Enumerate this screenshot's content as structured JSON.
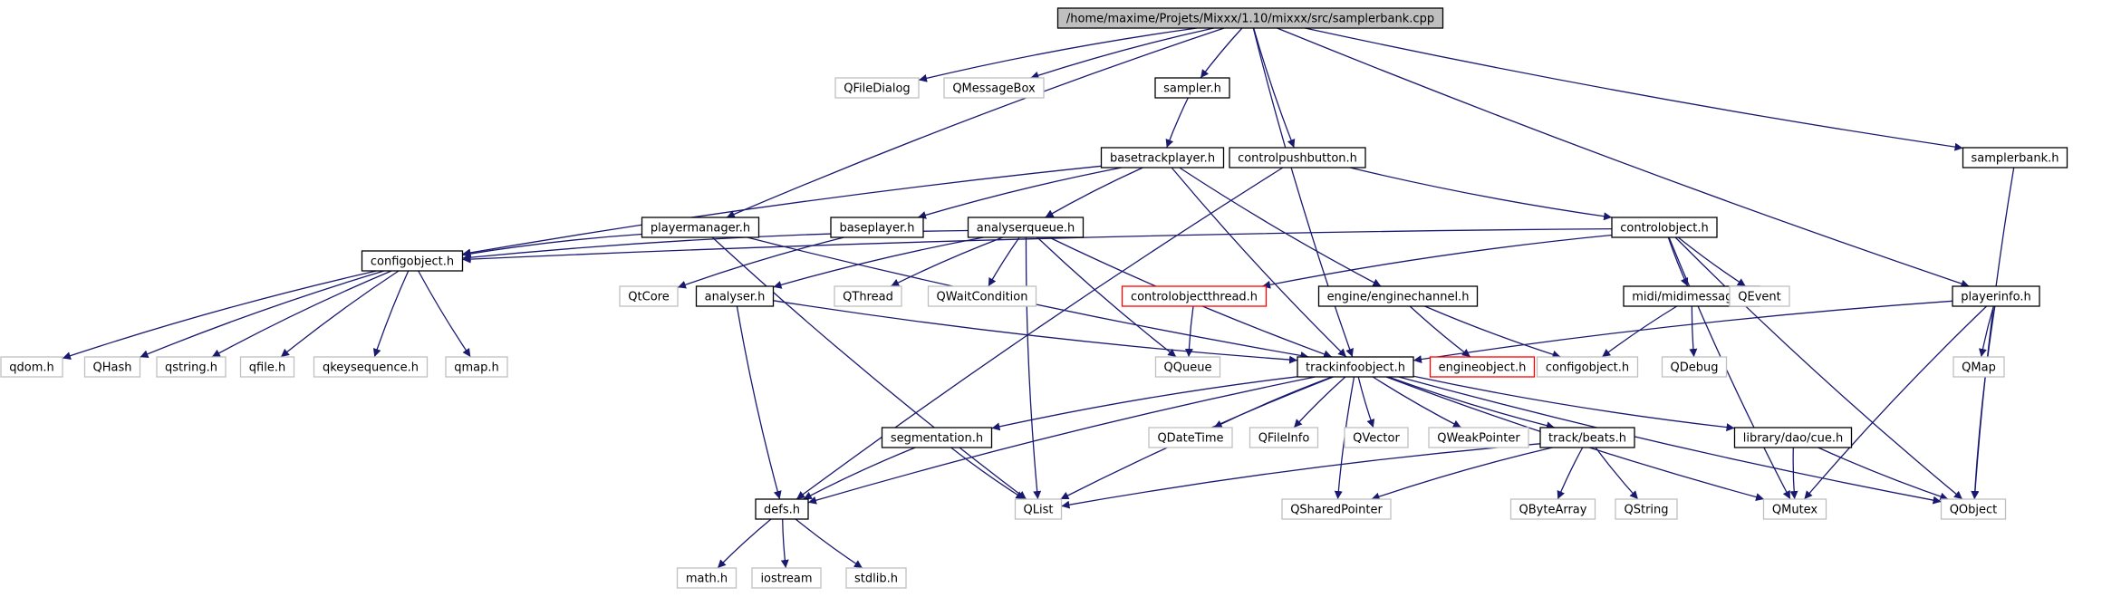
{
  "graph": {
    "colors": {
      "edge": "#191970",
      "root_fill": "#bfbfbf",
      "included_border": "#000000",
      "external_border": "#bfbfbf",
      "truncated_border": "#ff0000"
    },
    "nodes": [
      {
        "id": "root",
        "label": "/home/maxime/Projets/Mixxx/1.10/mixxx/src/samplerbank.cpp",
        "kind": "root"
      },
      {
        "id": "qfiledialog",
        "label": "QFileDialog",
        "kind": "ext"
      },
      {
        "id": "qmessagebox",
        "label": "QMessageBox",
        "kind": "ext"
      },
      {
        "id": "sampler",
        "label": "sampler.h",
        "kind": "inc"
      },
      {
        "id": "controlpushbutton",
        "label": "controlpushbutton.h",
        "kind": "inc"
      },
      {
        "id": "samplerbank",
        "label": "samplerbank.h",
        "kind": "inc"
      },
      {
        "id": "basetrackplayer",
        "label": "basetrackplayer.h",
        "kind": "inc"
      },
      {
        "id": "playermanager",
        "label": "playermanager.h",
        "kind": "inc"
      },
      {
        "id": "baseplayer",
        "label": "baseplayer.h",
        "kind": "inc"
      },
      {
        "id": "analyserqueue",
        "label": "analyserqueue.h",
        "kind": "inc"
      },
      {
        "id": "controlobject",
        "label": "controlobject.h",
        "kind": "inc"
      },
      {
        "id": "configobject",
        "label": "configobject.h",
        "kind": "inc"
      },
      {
        "id": "qtcore",
        "label": "QtCore",
        "kind": "ext"
      },
      {
        "id": "analyser",
        "label": "analyser.h",
        "kind": "inc"
      },
      {
        "id": "qthread",
        "label": "QThread",
        "kind": "ext"
      },
      {
        "id": "qwaitcondition",
        "label": "QWaitCondition",
        "kind": "ext"
      },
      {
        "id": "controlobjectthread",
        "label": "controlobjectthread.h",
        "kind": "trunc"
      },
      {
        "id": "enginechannel",
        "label": "engine/enginechannel.h",
        "kind": "inc"
      },
      {
        "id": "midimessage",
        "label": "midi/midimessage.h",
        "kind": "inc"
      },
      {
        "id": "qevent",
        "label": "QEvent",
        "kind": "ext"
      },
      {
        "id": "playerinfo",
        "label": "playerinfo.h",
        "kind": "inc"
      },
      {
        "id": "qdom",
        "label": "qdom.h",
        "kind": "ext"
      },
      {
        "id": "qhash",
        "label": "QHash",
        "kind": "ext"
      },
      {
        "id": "qstring_h",
        "label": "qstring.h",
        "kind": "ext"
      },
      {
        "id": "qfile",
        "label": "qfile.h",
        "kind": "ext"
      },
      {
        "id": "qkeysequence",
        "label": "qkeysequence.h",
        "kind": "ext"
      },
      {
        "id": "qmap_h",
        "label": "qmap.h",
        "kind": "ext"
      },
      {
        "id": "qqueue",
        "label": "QQueue",
        "kind": "ext"
      },
      {
        "id": "trackinfoobject",
        "label": "trackinfoobject.h",
        "kind": "inc"
      },
      {
        "id": "engineobject",
        "label": "engineobject.h",
        "kind": "trunc"
      },
      {
        "id": "configobject2",
        "label": "configobject.h",
        "kind": "ext"
      },
      {
        "id": "qdebug",
        "label": "QDebug",
        "kind": "ext"
      },
      {
        "id": "qmap",
        "label": "QMap",
        "kind": "ext"
      },
      {
        "id": "segmentation",
        "label": "segmentation.h",
        "kind": "inc"
      },
      {
        "id": "qdatetime",
        "label": "QDateTime",
        "kind": "ext"
      },
      {
        "id": "qfileinfo",
        "label": "QFileInfo",
        "kind": "ext"
      },
      {
        "id": "qvector",
        "label": "QVector",
        "kind": "ext"
      },
      {
        "id": "qweakpointer",
        "label": "QWeakPointer",
        "kind": "ext"
      },
      {
        "id": "beats",
        "label": "track/beats.h",
        "kind": "inc"
      },
      {
        "id": "cue",
        "label": "library/dao/cue.h",
        "kind": "inc"
      },
      {
        "id": "defs",
        "label": "defs.h",
        "kind": "inc"
      },
      {
        "id": "qlist",
        "label": "QList",
        "kind": "ext"
      },
      {
        "id": "qsharedpointer",
        "label": "QSharedPointer",
        "kind": "ext"
      },
      {
        "id": "qbytearray",
        "label": "QByteArray",
        "kind": "ext"
      },
      {
        "id": "qstring",
        "label": "QString",
        "kind": "ext"
      },
      {
        "id": "qmutex",
        "label": "QMutex",
        "kind": "ext"
      },
      {
        "id": "qobject",
        "label": "QObject",
        "kind": "ext"
      },
      {
        "id": "math",
        "label": "math.h",
        "kind": "ext"
      },
      {
        "id": "iostream",
        "label": "iostream",
        "kind": "ext"
      },
      {
        "id": "stdlib",
        "label": "stdlib.h",
        "kind": "ext"
      }
    ],
    "edges": [
      [
        "root",
        "qfiledialog"
      ],
      [
        "root",
        "qmessagebox"
      ],
      [
        "root",
        "sampler"
      ],
      [
        "root",
        "controlpushbutton"
      ],
      [
        "root",
        "samplerbank"
      ],
      [
        "root",
        "playermanager"
      ],
      [
        "root",
        "trackinfoobject"
      ],
      [
        "root",
        "playerinfo"
      ],
      [
        "sampler",
        "basetrackplayer"
      ],
      [
        "basetrackplayer",
        "configobject"
      ],
      [
        "basetrackplayer",
        "baseplayer"
      ],
      [
        "basetrackplayer",
        "analyserqueue"
      ],
      [
        "basetrackplayer",
        "enginechannel"
      ],
      [
        "basetrackplayer",
        "trackinfoobject"
      ],
      [
        "controlpushbutton",
        "controlobject"
      ],
      [
        "controlpushbutton",
        "defs"
      ],
      [
        "samplerbank",
        "qobject"
      ],
      [
        "playermanager",
        "configobject"
      ],
      [
        "playermanager",
        "qlist"
      ],
      [
        "playermanager",
        "trackinfoobject"
      ],
      [
        "baseplayer",
        "qtcore"
      ],
      [
        "analyserqueue",
        "configobject"
      ],
      [
        "analyserqueue",
        "analyser"
      ],
      [
        "analyserqueue",
        "qthread"
      ],
      [
        "analyserqueue",
        "qwaitcondition"
      ],
      [
        "analyserqueue",
        "qqueue"
      ],
      [
        "analyserqueue",
        "qlist"
      ],
      [
        "analyserqueue",
        "trackinfoobject"
      ],
      [
        "controlobject",
        "configobject"
      ],
      [
        "controlobject",
        "controlobjectthread"
      ],
      [
        "controlobject",
        "midimessage"
      ],
      [
        "controlobject",
        "qevent"
      ],
      [
        "controlobject",
        "qmutex"
      ],
      [
        "controlobject",
        "qobject"
      ],
      [
        "configobject",
        "qdom"
      ],
      [
        "configobject",
        "qhash"
      ],
      [
        "configobject",
        "qstring_h"
      ],
      [
        "configobject",
        "qfile"
      ],
      [
        "configobject",
        "qkeysequence"
      ],
      [
        "configobject",
        "qmap_h"
      ],
      [
        "analyser",
        "defs"
      ],
      [
        "analyser",
        "trackinfoobject"
      ],
      [
        "controlobjectthread",
        "qqueue"
      ],
      [
        "enginechannel",
        "engineobject"
      ],
      [
        "enginechannel",
        "configobject2"
      ],
      [
        "midimessage",
        "configobject2"
      ],
      [
        "midimessage",
        "qdebug"
      ],
      [
        "playerinfo",
        "trackinfoobject"
      ],
      [
        "playerinfo",
        "qmap"
      ],
      [
        "playerinfo",
        "qmutex"
      ],
      [
        "playerinfo",
        "qobject"
      ],
      [
        "trackinfoobject",
        "segmentation"
      ],
      [
        "trackinfoobject",
        "qdatetime"
      ],
      [
        "trackinfoobject",
        "qfileinfo"
      ],
      [
        "trackinfoobject",
        "qvector"
      ],
      [
        "trackinfoobject",
        "qweakpointer"
      ],
      [
        "trackinfoobject",
        "beats"
      ],
      [
        "trackinfoobject",
        "cue"
      ],
      [
        "trackinfoobject",
        "defs"
      ],
      [
        "trackinfoobject",
        "qlist"
      ],
      [
        "trackinfoobject",
        "qsharedpointer"
      ],
      [
        "trackinfoobject",
        "qmutex"
      ],
      [
        "trackinfoobject",
        "qobject"
      ],
      [
        "segmentation",
        "defs"
      ],
      [
        "segmentation",
        "qlist"
      ],
      [
        "beats",
        "qlist"
      ],
      [
        "beats",
        "qsharedpointer"
      ],
      [
        "beats",
        "qbytearray"
      ],
      [
        "beats",
        "qstring"
      ],
      [
        "cue",
        "qmutex"
      ],
      [
        "cue",
        "qobject"
      ],
      [
        "defs",
        "math"
      ],
      [
        "defs",
        "iostream"
      ],
      [
        "defs",
        "stdlib"
      ]
    ]
  }
}
